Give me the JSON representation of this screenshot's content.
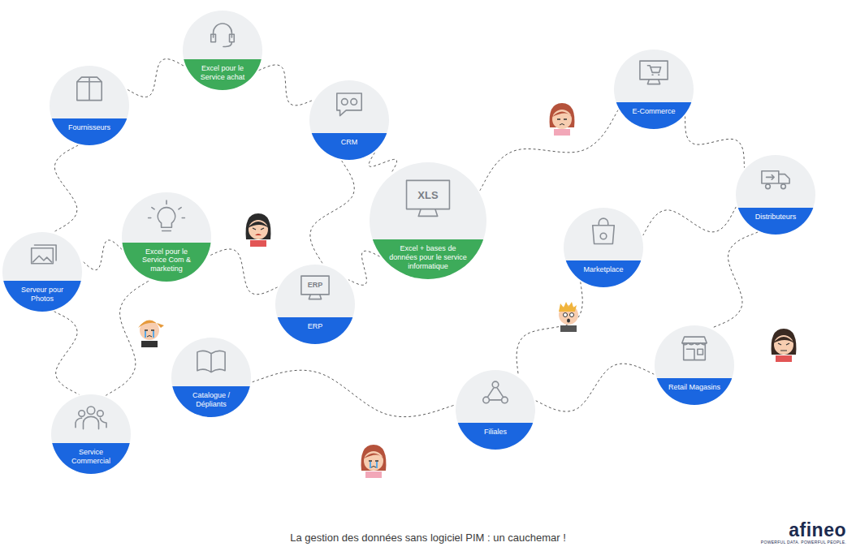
{
  "diagram": {
    "caption": "La gestion des données sans logiciel PIM : un cauchemar !",
    "nodes": [
      {
        "text": [
          "Excel pour le Service achat"
        ]
      },
      {
        "text": [
          "Fournisseurs"
        ]
      },
      {
        "text": [
          "CRM"
        ]
      },
      {
        "text": [
          "E-Commerce"
        ]
      },
      {
        "text": [
          "XLS",
          "Excel + bases de données pour le service informatique"
        ]
      },
      {
        "text": [
          "Excel pour le Service Com & marketing"
        ]
      },
      {
        "text": [
          "Distributeurs"
        ]
      },
      {
        "text": [
          "Serveur pour Photos"
        ]
      },
      {
        "text": [
          "Marketplace"
        ]
      },
      {
        "text": [
          "ERP",
          "ERP"
        ]
      },
      {
        "text": [
          "Retail Magasins"
        ]
      },
      {
        "text": [
          "Catalogue / Dépliants"
        ]
      },
      {
        "text": [
          "Filiales"
        ]
      },
      {
        "text": [
          "Service Commercial"
        ]
      }
    ],
    "edges": [
      {
        "from": 1,
        "to": 0,
        "arrow": "none"
      },
      {
        "from": 0,
        "to": 2,
        "arrow": "none"
      },
      {
        "from": 2,
        "to": 4,
        "arrow": "none"
      },
      {
        "from": 4,
        "to": 3,
        "arrow": "none"
      },
      {
        "from": 3,
        "to": 6,
        "arrow": "none"
      },
      {
        "from": 6,
        "to": 8,
        "arrow": "none"
      },
      {
        "from": 6,
        "to": 10,
        "arrow": "none"
      },
      {
        "from": 8,
        "to": 12,
        "arrow": "none"
      },
      {
        "from": 4,
        "to": 9,
        "arrow": "none"
      },
      {
        "from": 9,
        "to": 5,
        "arrow": "none"
      },
      {
        "from": 5,
        "to": 7,
        "arrow": "none"
      },
      {
        "from": 7,
        "to": 13,
        "arrow": "none"
      },
      {
        "from": 13,
        "to": 5,
        "arrow": "none"
      },
      {
        "from": 11,
        "to": 12,
        "arrow": "none"
      },
      {
        "from": 1,
        "to": 7,
        "arrow": "none"
      },
      {
        "from": 2,
        "to": 9,
        "arrow": "none"
      },
      {
        "from": 12,
        "to": 10,
        "arrow": "none"
      }
    ],
    "labels": [
      "afineo",
      "POWERFUL DATA. POWERFUL PEOPLE."
    ]
  }
}
